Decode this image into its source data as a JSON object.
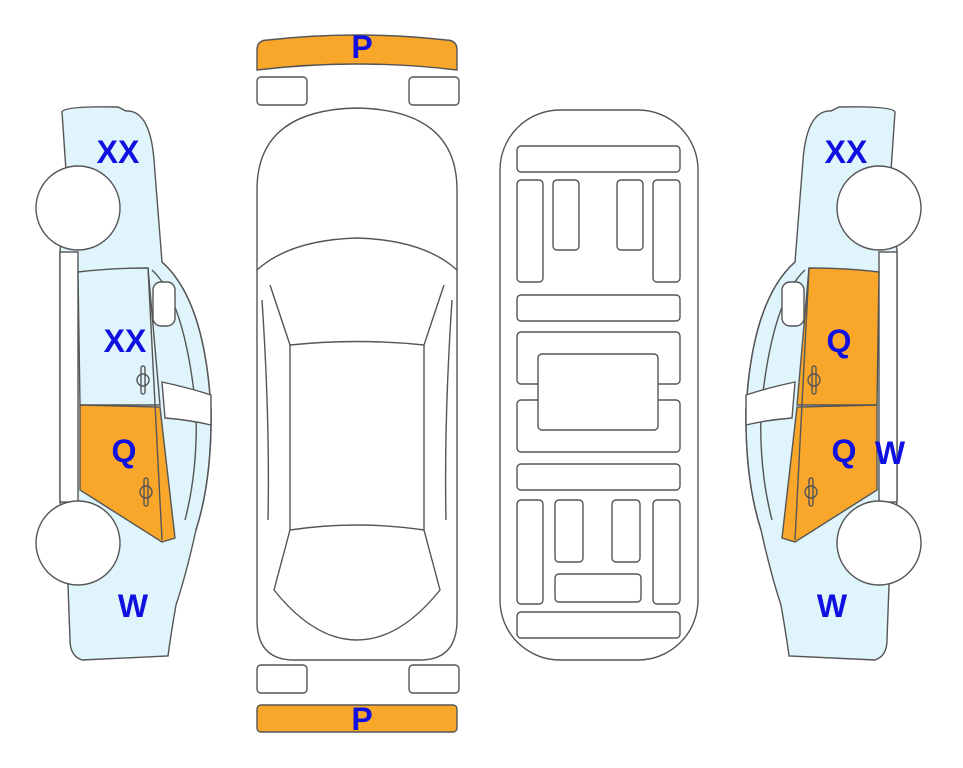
{
  "colors": {
    "damage": "#f9a72b",
    "panel": "#dff4fb",
    "label": "#1010e0",
    "outline": "#555555"
  },
  "labels": {
    "front_bumper": "P",
    "rear_bumper": "P",
    "left_fender_front": "XX",
    "left_front_door": "XX",
    "left_rear_door": "Q",
    "left_quarter": "W",
    "right_fender_front": "XX",
    "right_front_door": "Q",
    "right_rear_door": "Q",
    "right_rear_door_edge": "W",
    "right_quarter": "W"
  }
}
